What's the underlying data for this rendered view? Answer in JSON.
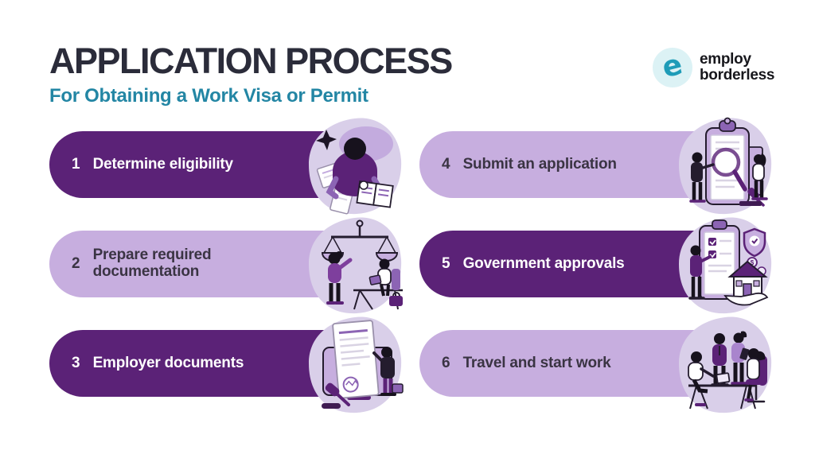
{
  "header": {
    "title": "APPLICATION PROCESS",
    "subtitle": "For Obtaining a Work Visa or Permit"
  },
  "brand": {
    "logo_letter": "e",
    "name_line1": "employ",
    "name_line2": "borderless"
  },
  "steps": [
    {
      "num": "1",
      "label": "Determine eligibility",
      "variant": "dark",
      "illustration": "person-reading-books"
    },
    {
      "num": "2",
      "label": "Prepare required documentation",
      "variant": "light",
      "illustration": "scales-of-justice-consultation"
    },
    {
      "num": "3",
      "label": "Employer documents",
      "variant": "dark",
      "illustration": "contract-gavel-businessman"
    },
    {
      "num": "4",
      "label": "Submit an application",
      "variant": "light",
      "illustration": "clipboard-magnifier-review"
    },
    {
      "num": "5",
      "label": "Government approvals",
      "variant": "dark",
      "illustration": "checklist-shield-house-approval"
    },
    {
      "num": "6",
      "label": "Travel and start work",
      "variant": "light",
      "illustration": "team-meeting-desk"
    }
  ],
  "colors": {
    "dark_purple": "#5b2277",
    "light_purple": "#c7aedf",
    "blob": "#d9cfe9",
    "blob_accent": "#c3abde",
    "title_color": "#2b2c3a",
    "subtitle_color": "#2386a4",
    "logo_teal": "#1e9cb8",
    "logo_circle": "#dcf2f5",
    "text_on_light": "#3a3443",
    "outline": "#241c2e",
    "mid_purple": "#8c64b4"
  }
}
